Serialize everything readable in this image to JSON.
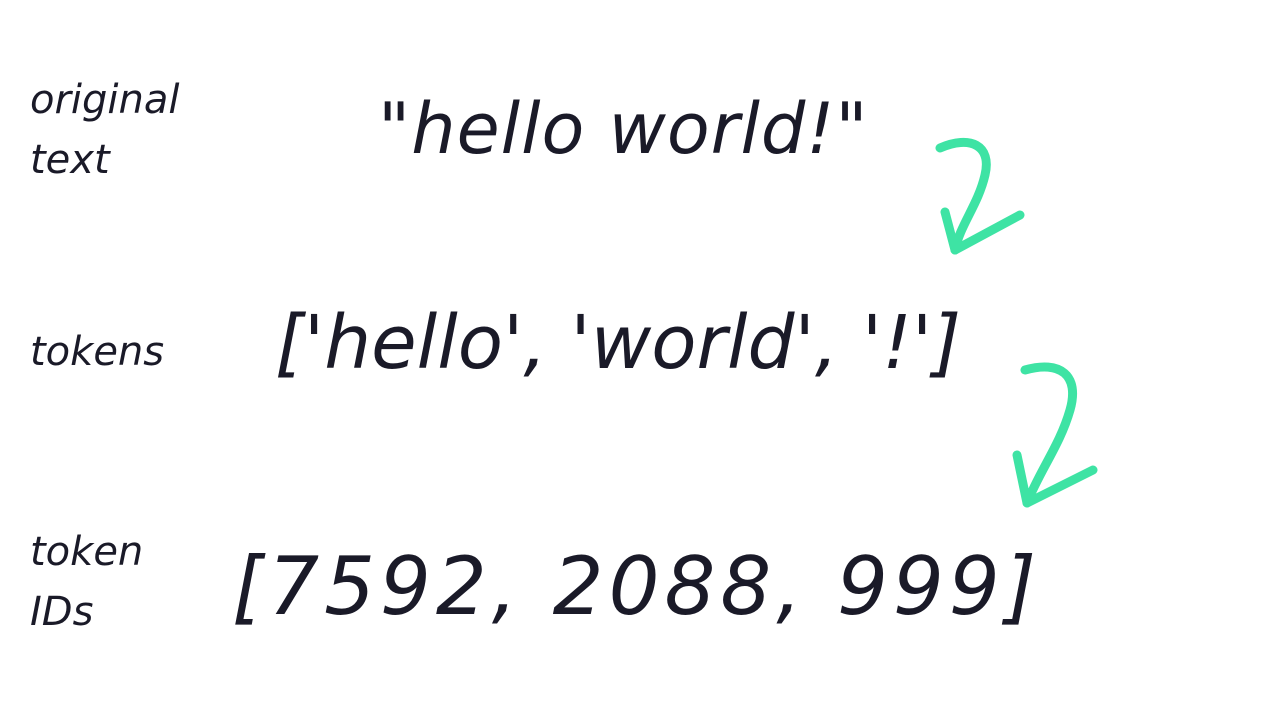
{
  "steps": [
    {
      "label": "original\ntext",
      "value": "\"hello world!\""
    },
    {
      "label": "tokens",
      "value": "['hello', 'world', '!']"
    },
    {
      "label": "token\nIDs",
      "value": "[7592, 2088, 999]"
    }
  ],
  "colors": {
    "text": "#1a1a28",
    "arrow": "#3ee3a4",
    "background": "#ffffff"
  },
  "icons": [
    "arrow-down-icon",
    "arrow-down-icon"
  ]
}
